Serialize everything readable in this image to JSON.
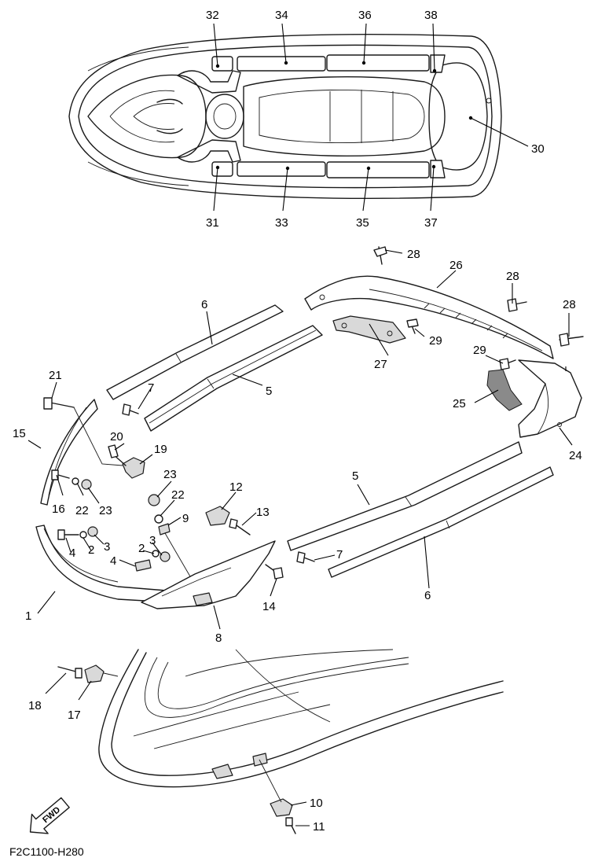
{
  "figure_code": "F2C1100-H280",
  "direction_label": "FWD",
  "callouts": {
    "c1": "1",
    "c2a": "2",
    "c2b": "2",
    "c3a": "3",
    "c3b": "3",
    "c4a": "4",
    "c4b": "4",
    "c5a": "5",
    "c5b": "5",
    "c6a": "6",
    "c6b": "6",
    "c7a": "7",
    "c7b": "7",
    "c8": "8",
    "c9": "9",
    "c10": "10",
    "c11": "11",
    "c12": "12",
    "c13": "13",
    "c14": "14",
    "c15": "15",
    "c16": "16",
    "c17": "17",
    "c18": "18",
    "c19": "19",
    "c20": "20",
    "c21": "21",
    "c22a": "22",
    "c22b": "22",
    "c23a": "23",
    "c23b": "23",
    "c24": "24",
    "c25": "25",
    "c26": "26",
    "c27": "27",
    "c28a": "28",
    "c28b": "28",
    "c28c": "28",
    "c29a": "29",
    "c29b": "29",
    "c30": "30",
    "c31": "31",
    "c32": "32",
    "c33": "33",
    "c34": "34",
    "c35": "35",
    "c36": "36",
    "c37": "37",
    "c38": "38"
  }
}
